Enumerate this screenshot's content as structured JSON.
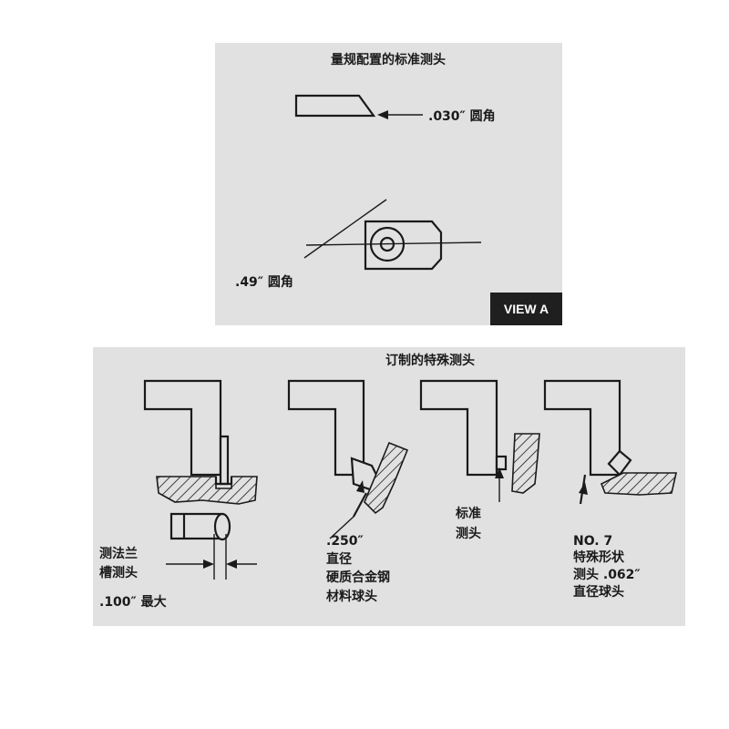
{
  "standard_probe": {
    "title": "量规配置的标准测头",
    "label_030": ".030″ 圆角",
    "label_049": ".49″ 圆角",
    "badge": "VIEW A"
  },
  "special_probes": {
    "title": "订制的特殊测头",
    "flange": {
      "line1": "测法兰",
      "line2": "槽测头",
      "line3": ".100″ 最大"
    },
    "ball250": {
      "line1": ".250″",
      "line2": "直径",
      "line3": "硬质合金钢",
      "line4": "材料球头"
    },
    "standard": {
      "line1": "标准",
      "line2": "测头"
    },
    "no7": {
      "line1": "NO. 7",
      "line2": "特殊形状",
      "line3": "测头 .062″",
      "line4": "直径球头"
    }
  },
  "colors": {
    "panel": "#e1e1e1",
    "ink": "#1a1a1a",
    "badge": "#1f1f1f"
  }
}
